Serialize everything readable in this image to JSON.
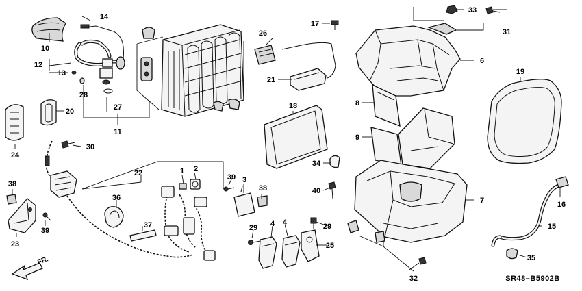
{
  "diagram_code": "SR48–B5902B",
  "direction_label": "FR.",
  "callouts": [
    {
      "id": "p1",
      "label": "1"
    },
    {
      "id": "p2",
      "label": "2"
    },
    {
      "id": "p3",
      "label": "3"
    },
    {
      "id": "p4a",
      "label": "4"
    },
    {
      "id": "p4b",
      "label": "4"
    },
    {
      "id": "p6",
      "label": "6"
    },
    {
      "id": "p7",
      "label": "7"
    },
    {
      "id": "p8",
      "label": "8"
    },
    {
      "id": "p9",
      "label": "9"
    },
    {
      "id": "p10",
      "label": "10"
    },
    {
      "id": "p11",
      "label": "11"
    },
    {
      "id": "p12",
      "label": "12"
    },
    {
      "id": "p13",
      "label": "13"
    },
    {
      "id": "p14",
      "label": "14"
    },
    {
      "id": "p15",
      "label": "15"
    },
    {
      "id": "p16",
      "label": "16"
    },
    {
      "id": "p17",
      "label": "17"
    },
    {
      "id": "p18",
      "label": "18"
    },
    {
      "id": "p19",
      "label": "19"
    },
    {
      "id": "p20",
      "label": "20"
    },
    {
      "id": "p21",
      "label": "21"
    },
    {
      "id": "p22",
      "label": "22"
    },
    {
      "id": "p23",
      "label": "23"
    },
    {
      "id": "p24",
      "label": "24"
    },
    {
      "id": "p25",
      "label": "25"
    },
    {
      "id": "p26",
      "label": "26"
    },
    {
      "id": "p27",
      "label": "27"
    },
    {
      "id": "p28",
      "label": "28"
    },
    {
      "id": "p29a",
      "label": "29"
    },
    {
      "id": "p29b",
      "label": "29"
    },
    {
      "id": "p30",
      "label": "30"
    },
    {
      "id": "p31",
      "label": "31"
    },
    {
      "id": "p32",
      "label": "32"
    },
    {
      "id": "p33",
      "label": "33"
    },
    {
      "id": "p34",
      "label": "34"
    },
    {
      "id": "p35",
      "label": "35"
    },
    {
      "id": "p36",
      "label": "36"
    },
    {
      "id": "p37",
      "label": "37"
    },
    {
      "id": "p38a",
      "label": "38"
    },
    {
      "id": "p38b",
      "label": "38"
    },
    {
      "id": "p39a",
      "label": "39"
    },
    {
      "id": "p39b",
      "label": "39"
    },
    {
      "id": "p40",
      "label": "40"
    }
  ]
}
